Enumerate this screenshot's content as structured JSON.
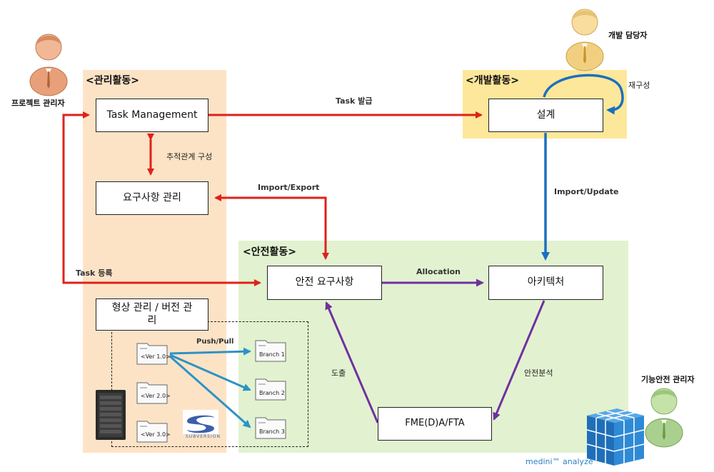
{
  "regions": {
    "management": {
      "label": "<관리활동>"
    },
    "development": {
      "label": "<개발활동>"
    },
    "safety": {
      "label": "<안전활동>"
    }
  },
  "boxes": {
    "task_management": "Task Management",
    "requirements": "요구사항 관리",
    "config": "형상 관리 / 버전 관리",
    "design": "설계",
    "safety_req": "안전 요구사항",
    "architecture": "아키텍처",
    "fmeda": "FME(D)A/FTA"
  },
  "edges": {
    "task_issue": "Task 발급",
    "trace": "추적관계 구성",
    "import_export": "Import/Export",
    "import_update": "Import/Update",
    "task_register": "Task 등록",
    "allocation": "Allocation",
    "derive": "도출",
    "safety_analysis": "안전분석",
    "reconfig": "재구성",
    "push_pull": "Push/Pull"
  },
  "roles": {
    "project_manager": "프로젝트 관리자",
    "developer": "개발 담당자",
    "fs_manager": "기능안전 관리자"
  },
  "repo": {
    "versions": [
      "<Ver 1.0>",
      "<Ver 2.0>",
      "<Ver 3.0>"
    ],
    "branches": [
      "Branch 1",
      "Branch 2",
      "Branch 3"
    ],
    "svn_logo": "SUBVERSION"
  },
  "product": {
    "name": "medini™ analyze"
  },
  "colors": {
    "management_bg": "#fde3c6",
    "development_bg": "#fde79a",
    "safety_bg": "#e2f2d0",
    "red_arrow": "#e0201a",
    "blue_arrow": "#1a6fc0",
    "purple_arrow": "#7030a0",
    "teal_arrow": "#2c93c6"
  },
  "icons": [
    "person-icon",
    "folder-icon",
    "server-icon",
    "subversion-logo",
    "medini-cube-logo"
  ]
}
